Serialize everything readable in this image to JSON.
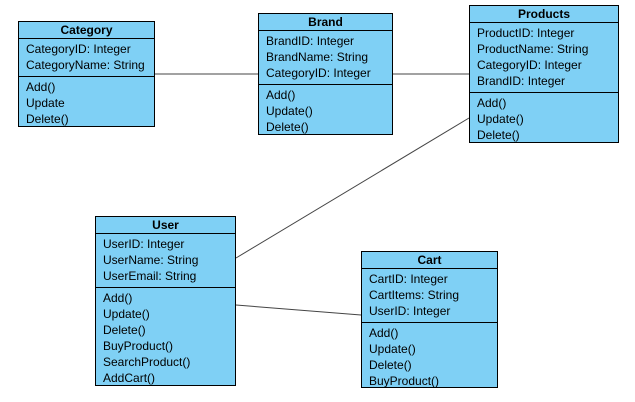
{
  "classes": {
    "category": {
      "name": "Category",
      "attributes": [
        "CategoryID: Integer",
        "CategoryName: String"
      ],
      "methods": [
        "Add()",
        "Update",
        "Delete()"
      ]
    },
    "brand": {
      "name": "Brand",
      "attributes": [
        "BrandID: Integer",
        "BrandName: String",
        "CategoryID: Integer"
      ],
      "methods": [
        "Add()",
        "Update()",
        "Delete()"
      ]
    },
    "products": {
      "name": "Products",
      "attributes": [
        "ProductID: Integer",
        "ProductName: String",
        "CategoryID: Integer",
        "BrandID: Integer"
      ],
      "methods": [
        "Add()",
        "Update()",
        "Delete()"
      ]
    },
    "user": {
      "name": "User",
      "attributes": [
        "UserID: Integer",
        "UserName: String",
        "UserEmail: String"
      ],
      "methods": [
        "Add()",
        "Update()",
        "Delete()",
        "BuyProduct()",
        "SearchProduct()",
        "AddCart()"
      ]
    },
    "cart": {
      "name": "Cart",
      "attributes": [
        "CartID: Integer",
        "CartItems: String",
        "UserID: Integer"
      ],
      "methods": [
        "Add()",
        "Update()",
        "Delete()",
        "BuyProduct()"
      ]
    }
  },
  "associations": [
    {
      "from": "category",
      "to": "brand"
    },
    {
      "from": "brand",
      "to": "products"
    },
    {
      "from": "user",
      "to": "products"
    },
    {
      "from": "user",
      "to": "cart"
    }
  ],
  "colors": {
    "class_fill": "#7fd0f5",
    "border": "#000000",
    "line": "#444444"
  }
}
